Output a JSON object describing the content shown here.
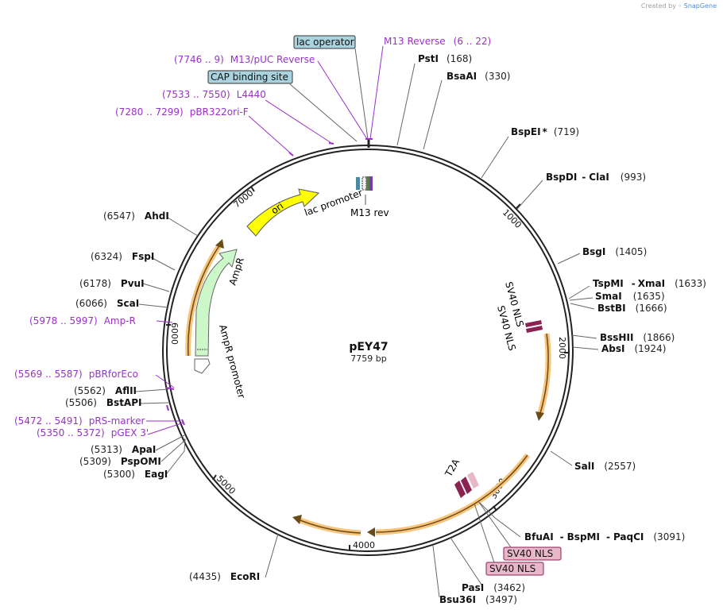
{
  "credit": {
    "text": "Created by",
    "brand": "SnapGene"
  },
  "plasmid": {
    "name": "pEY47",
    "size_label": "7759 bp",
    "length": 7759
  },
  "ticks": [
    "1000",
    "2000",
    "3000",
    "4000",
    "5000",
    "6000",
    "7000"
  ],
  "restriction_sites": [
    {
      "name": "PstI",
      "pos": "(168)"
    },
    {
      "name": "BsaAI",
      "pos": "(330)"
    },
    {
      "name": "BspEI",
      "star": "*",
      "pos": "(719)"
    },
    {
      "name": "BspDI",
      "alt": "ClaI",
      "pos": "(993)"
    },
    {
      "name": "BsgI",
      "pos": "(1405)"
    },
    {
      "name": "TspMI",
      "alt": "XmaI",
      "pos": "(1633)"
    },
    {
      "name": "SmaI",
      "pos": "(1635)"
    },
    {
      "name": "BstBI",
      "pos": "(1666)"
    },
    {
      "name": "BssHII",
      "pos": "(1866)"
    },
    {
      "name": "AbsI",
      "pos": "(1924)"
    },
    {
      "name": "SalI",
      "pos": "(2557)"
    },
    {
      "name": "BfuAI",
      "alt": "BspMI",
      "alt2": "PaqCI",
      "pos": "(3091)"
    },
    {
      "name": "PasI",
      "pos": "(3462)"
    },
    {
      "name": "Bsu36I",
      "pos": "(3497)"
    },
    {
      "name": "EcoRI",
      "pos": "(4435)"
    },
    {
      "name": "EagI",
      "pos": "(5300)"
    },
    {
      "name": "PspOMI",
      "pos": "(5309)"
    },
    {
      "name": "ApaI",
      "pos": "(5313)"
    },
    {
      "name": "BstAPI",
      "pos": "(5506)"
    },
    {
      "name": "AflII",
      "pos": "(5562)"
    },
    {
      "name": "ScaI",
      "pos": "(6066)"
    },
    {
      "name": "PvuI",
      "pos": "(6178)"
    },
    {
      "name": "FspI",
      "pos": "(6324)"
    },
    {
      "name": "AhdI",
      "pos": "(6547)"
    }
  ],
  "primers": [
    {
      "name": "M13 Reverse",
      "pos": "(6 .. 22)"
    },
    {
      "name": "M13/pUC Reverse",
      "pos": "(7746 .. 9)"
    },
    {
      "name": "L4440",
      "pos": "(7533 .. 7550)"
    },
    {
      "name": "pBR322ori-F",
      "pos": "(7280 .. 7299)"
    },
    {
      "name": "Amp-R",
      "pos": "(5978 .. 5997)"
    },
    {
      "name": "pBRforEco",
      "pos": "(5569 .. 5587)"
    },
    {
      "name": "pRS-marker",
      "pos": "(5472 .. 5491)"
    },
    {
      "name": "pGEX 3'",
      "pos": "(5350 .. 5372)"
    }
  ],
  "boxed_labels": [
    {
      "text": "lac operator",
      "color": "#a9d3df"
    },
    {
      "text": "CAP binding site",
      "color": "#a9d3df"
    },
    {
      "text": "SV40 NLS",
      "color": "#e8b7c9"
    },
    {
      "text": "SV40 NLS",
      "color": "#e8b7c9"
    }
  ],
  "features": {
    "ori": "ori",
    "lac_promoter": "lac promoter",
    "m13_rev": "M13 rev",
    "ampr": "AmpR",
    "ampr_promoter": "AmpR promoter",
    "sv40_nls_1": "SV40 NLS",
    "sv40_nls_2": "SV40 NLS",
    "t2a": "T2A"
  },
  "colors": {
    "ori": "#ffff00",
    "ampr": "#ccf7c8",
    "orange_glow": "#f8c47a",
    "primer": "#9b30c9",
    "sv40": "#e8b7c9",
    "lac_operator": "#a9d3df"
  }
}
